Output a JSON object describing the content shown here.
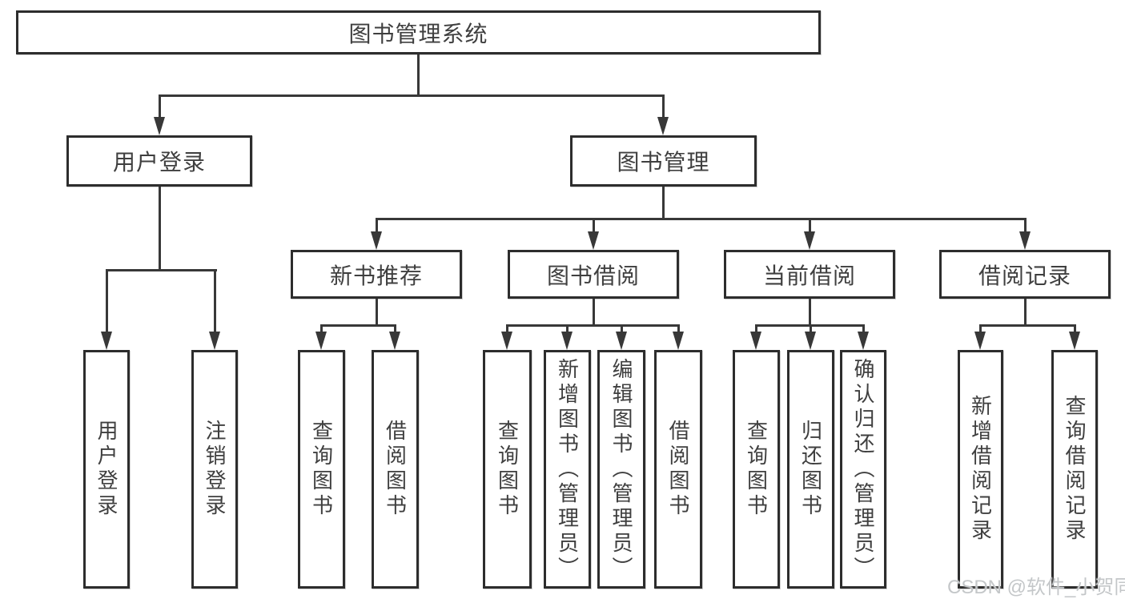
{
  "diagram": {
    "type": "hierarchy-diagram",
    "tree": {
      "root": {
        "label": "图书管理系统"
      },
      "branches": [
        {
          "label": "用户登录",
          "children": [
            {
              "label": "用户登录"
            },
            {
              "label": "注销登录"
            }
          ]
        },
        {
          "label": "图书管理",
          "children": [
            {
              "label": "新书推荐",
              "children": [
                {
                  "label": "查询图书"
                },
                {
                  "label": "借阅图书"
                }
              ]
            },
            {
              "label": "图书借阅",
              "children": [
                {
                  "label": "查询图书"
                },
                {
                  "label": "新增图书（管理员）"
                },
                {
                  "label": "编辑图书（管理员）"
                },
                {
                  "label": "借阅图书"
                }
              ]
            },
            {
              "label": "当前借阅",
              "children": [
                {
                  "label": "查询图书"
                },
                {
                  "label": "归还图书"
                },
                {
                  "label": "确认归还（管理员）"
                }
              ]
            },
            {
              "label": "借阅记录",
              "children": [
                {
                  "label": "新增借阅记录"
                },
                {
                  "label": "查询借阅记录"
                }
              ]
            }
          ]
        }
      ]
    },
    "colors": {
      "line": "#383838",
      "box_border": "#2d2d2d",
      "text": "#3f3f3f",
      "background": "#ffffff",
      "watermark_text_color": "#c4c7c9"
    }
  },
  "watermark": {
    "text": "CSDN @软件_小贺同学"
  }
}
